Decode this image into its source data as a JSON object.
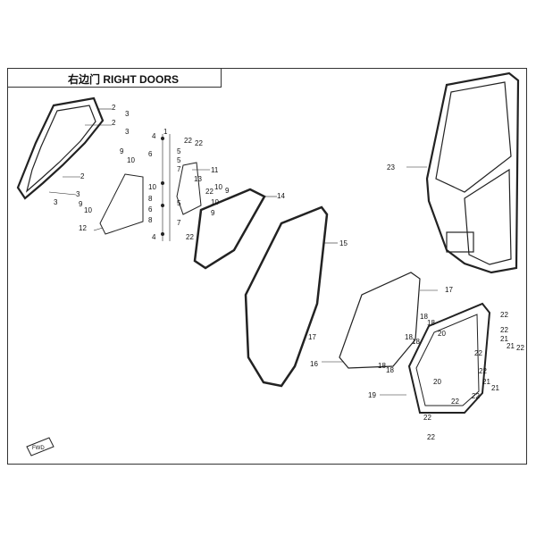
{
  "header": {
    "title": "右边门 RIGHT DOORS"
  },
  "callouts": {
    "c1": "1",
    "c2": "2",
    "c3": "3",
    "c4": "4",
    "c5": "5",
    "c6": "6",
    "c7": "7",
    "c8": "8",
    "c9": "9",
    "c10": "10",
    "c11": "11",
    "c12": "12",
    "c13": "13",
    "c14": "14",
    "c15": "15",
    "c16": "16",
    "c17": "17",
    "c18": "18",
    "c19": "19",
    "c20": "20",
    "c21": "21",
    "c22": "22",
    "c23": "23"
  },
  "orientation_badge": {
    "label": "FWD"
  },
  "colors": {
    "line": "#222222",
    "background": "#ffffff"
  }
}
